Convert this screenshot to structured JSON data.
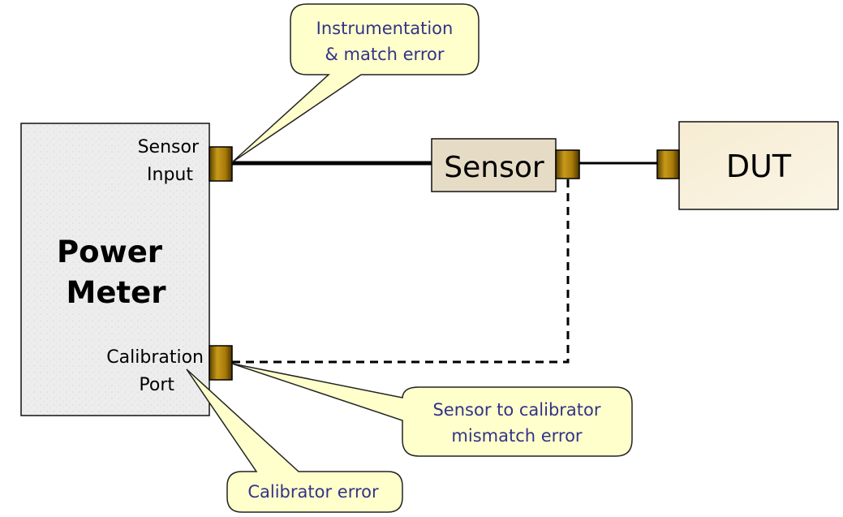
{
  "power_meter": {
    "title_line1": "Power",
    "title_line2": "Meter",
    "sensor_input_line1": "Sensor",
    "sensor_input_line2": "Input",
    "calibration_port_line1": "Calibration",
    "calibration_port_line2": "Port"
  },
  "sensor": {
    "label": "Sensor"
  },
  "dut": {
    "label": "DUT"
  },
  "callouts": {
    "instrumentation_line1": "Instrumentation",
    "instrumentation_line2": "& match error",
    "sensor_to_calibrator_line1": "Sensor to calibrator",
    "sensor_to_calibrator_line2": "mismatch error",
    "calibrator_error": "Calibrator error"
  },
  "colors": {
    "connector": "#a87a08",
    "callout_fill": "#ffffcc",
    "callout_text": "#333388",
    "sensor_fill": "#e6dcc6",
    "dut_fill": "#f8f0da",
    "meter_fill": "#ececec"
  }
}
